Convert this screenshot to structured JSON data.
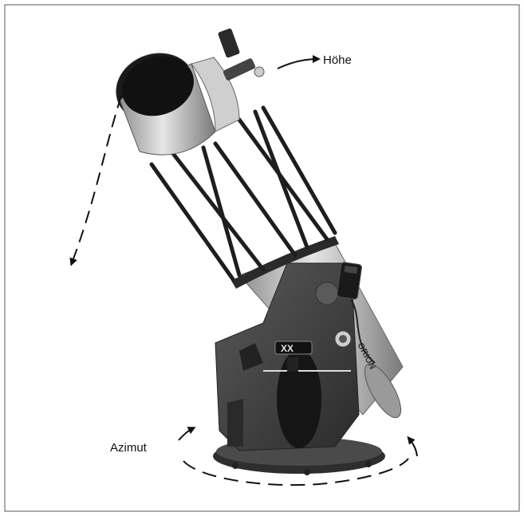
{
  "labels": {
    "altitude": "Höhe",
    "azimuth": "Azimut"
  },
  "logo_text": "XX",
  "brand_text": "ORION",
  "colors": {
    "frame": "#555555",
    "metal_light": "#d9d9d9",
    "metal_mid": "#a9a9a9",
    "base_dark": "#3a3a3a",
    "arrow": "#111111"
  }
}
